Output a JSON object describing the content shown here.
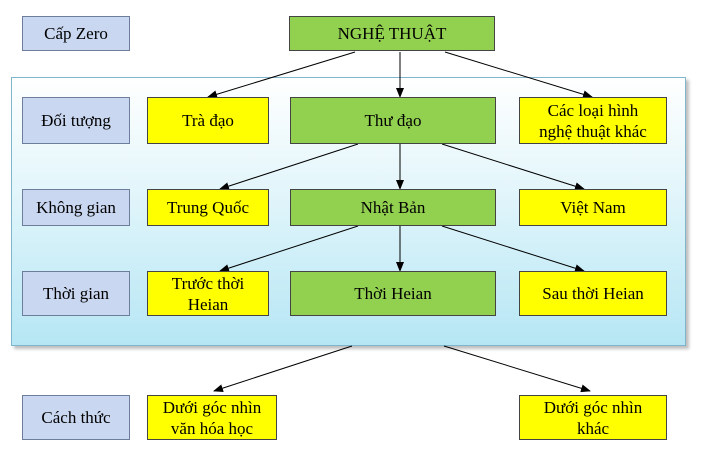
{
  "levels": {
    "zero": "Cấp Zero",
    "object": "Đối tượng",
    "space": "Không gian",
    "time": "Thời gian",
    "method": "Cách thức"
  },
  "root": "NGHỆ THUẬT",
  "row_object": {
    "left": "Trà đạo",
    "center": "Thư đạo",
    "right": "Các loại hình\nnghệ thuật khác"
  },
  "row_space": {
    "left": "Trung Quốc",
    "center": "Nhật Bản",
    "right": "Việt Nam"
  },
  "row_time": {
    "left": "Trước thời\nHeian",
    "center": "Thời Heian",
    "right": "Sau thời Heian"
  },
  "row_method": {
    "left": "Dưới góc nhìn\nvăn hóa học",
    "right": "Dưới góc nhìn\nkhác"
  },
  "colors": {
    "label_box": "#c9d7f0",
    "option_box": "#ffff00",
    "selected_box": "#92d050",
    "panel_bottom": "#b6e6f4"
  }
}
